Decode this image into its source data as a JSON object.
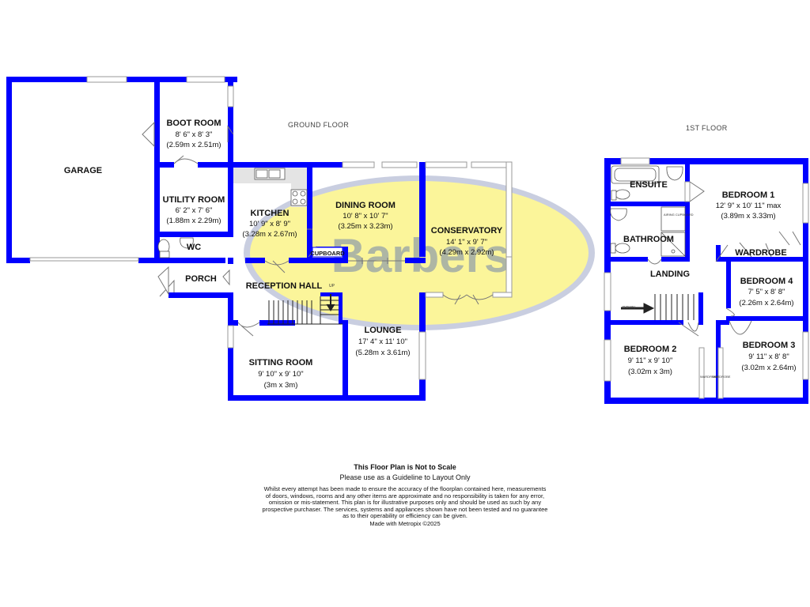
{
  "floors": {
    "ground": "GROUND FLOOR",
    "first": "1ST FLOOR"
  },
  "watermark": "Barbers",
  "ground_rooms": [
    {
      "name": "GARAGE",
      "dims": "",
      "metric": ""
    },
    {
      "name": "BOOT ROOM",
      "dims": "8' 6\" x 8' 3\"",
      "metric": "(2.59m x 2.51m)"
    },
    {
      "name": "UTILITY ROOM",
      "dims": "6' 2\" x 7' 6\"",
      "metric": "(1.88m x 2.29m)"
    },
    {
      "name": "KITCHEN",
      "dims": "10' 9\" x 8' 9\"",
      "metric": "(3.28m x 2.67m)"
    },
    {
      "name": "DINING ROOM",
      "dims": "10' 8\" x 10' 7\"",
      "metric": "(3.25m x 3.23m)"
    },
    {
      "name": "CONSERVATORY",
      "dims": "14' 1\" x 9' 7\"",
      "metric": "(4.29m x 2.92m)"
    },
    {
      "name": "WC",
      "dims": "",
      "metric": ""
    },
    {
      "name": "PORCH",
      "dims": "",
      "metric": ""
    },
    {
      "name": "RECEPTION HALL",
      "dims": "",
      "metric": ""
    },
    {
      "name": "CUPBOARD",
      "dims": "",
      "metric": ""
    },
    {
      "name": "LOUNGE",
      "dims": "17' 4\" x 11' 10\"",
      "metric": "(5.28m x 3.61m)"
    },
    {
      "name": "SITTING ROOM",
      "dims": "9' 10\" x 9' 10\"",
      "metric": "(3m x 3m)"
    }
  ],
  "first_rooms": [
    {
      "name": "ENSUITE",
      "dims": "",
      "metric": ""
    },
    {
      "name": "BEDROOM 1",
      "dims": "12' 9\" x 10' 11\" max",
      "metric": "(3.89m x 3.33m)"
    },
    {
      "name": "BATHROOM",
      "dims": "",
      "metric": ""
    },
    {
      "name": "WARDROBE",
      "dims": "",
      "metric": ""
    },
    {
      "name": "LANDING",
      "dims": "",
      "metric": ""
    },
    {
      "name": "BEDROOM 4",
      "dims": "7' 5\" x 8' 8\"",
      "metric": "(2.26m x 2.64m)"
    },
    {
      "name": "BEDROOM 2",
      "dims": "9' 11\" x 9' 10\"",
      "metric": "(3.02m x 3m)"
    },
    {
      "name": "BEDROOM 3",
      "dims": "9' 11\" x 8' 8\"",
      "metric": "(3.02m x 2.64m)"
    }
  ],
  "small_labels": {
    "up": "UP",
    "down": "DOWN",
    "airing_cupboard": "AIRING CUPBOARD",
    "wardrobe_small": "WARDROBE",
    "wardrobe_small_2": "WARDROBE"
  },
  "disclaimer": {
    "title": "This Floor Plan is Not to Scale",
    "subtitle": "Please use as a Guideline to Layout Only",
    "body_lines": [
      "Whilst every attempt has been made to ensure the accuracy of the floorplan contained here, measurements",
      "of doors, windows, rooms and any other items are approximate and no responsibility is taken for any error,",
      "omission or mis-statement. This plan is for illustrative purposes only and should be used as such by any",
      "prospective purchaser. The services, systems and appliances shown have not been tested and no guarantee",
      "as to their operability or efficiency can be given."
    ],
    "made_with": "Made with Metropix ©2025"
  },
  "colors": {
    "wall": "#0000ff",
    "watermark_fill": "#fbf59a",
    "watermark_ring": "#c4c9df",
    "logo_text": "#6f82ad"
  }
}
